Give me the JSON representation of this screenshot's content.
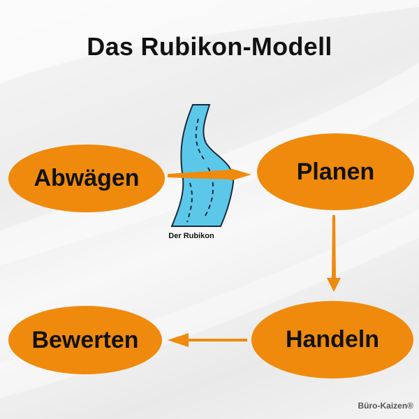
{
  "title": "Das Rubikon-Modell",
  "nodes": {
    "abwaegen": "Abwägen",
    "planen": "Planen",
    "handeln": "Handeln",
    "bewerten": "Bewerten"
  },
  "river_label": "Der Rubikon",
  "brand": "Büro-Kaizen®",
  "colors": {
    "node_fill": "#f08a0c",
    "arrow": "#f08a0c",
    "river_fill": "#5bc8ea",
    "river_outline": "#1a2b3c"
  }
}
